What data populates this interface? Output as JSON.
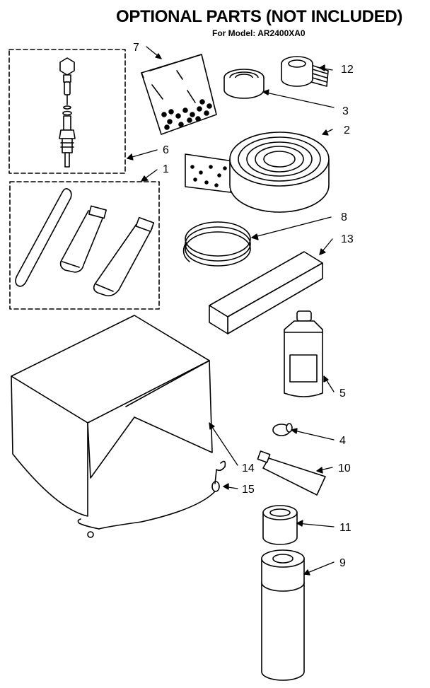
{
  "header": {
    "title": "OPTIONAL PARTS (NOT INCLUDED)",
    "subtitle": "For Model: AR2400XA0"
  },
  "callouts": [
    {
      "id": "7",
      "label": "7"
    },
    {
      "id": "12",
      "label": "12"
    },
    {
      "id": "3",
      "label": "3"
    },
    {
      "id": "2",
      "label": "2"
    },
    {
      "id": "6",
      "label": "6"
    },
    {
      "id": "1",
      "label": "1"
    },
    {
      "id": "8",
      "label": "8"
    },
    {
      "id": "13",
      "label": "13"
    },
    {
      "id": "5",
      "label": "5"
    },
    {
      "id": "4",
      "label": "4"
    },
    {
      "id": "14",
      "label": "14"
    },
    {
      "id": "10",
      "label": "10"
    },
    {
      "id": "15",
      "label": "15"
    },
    {
      "id": "11",
      "label": "11"
    },
    {
      "id": "9",
      "label": "9"
    }
  ],
  "colors": {
    "ink": "#000000",
    "paper": "#ffffff"
  }
}
